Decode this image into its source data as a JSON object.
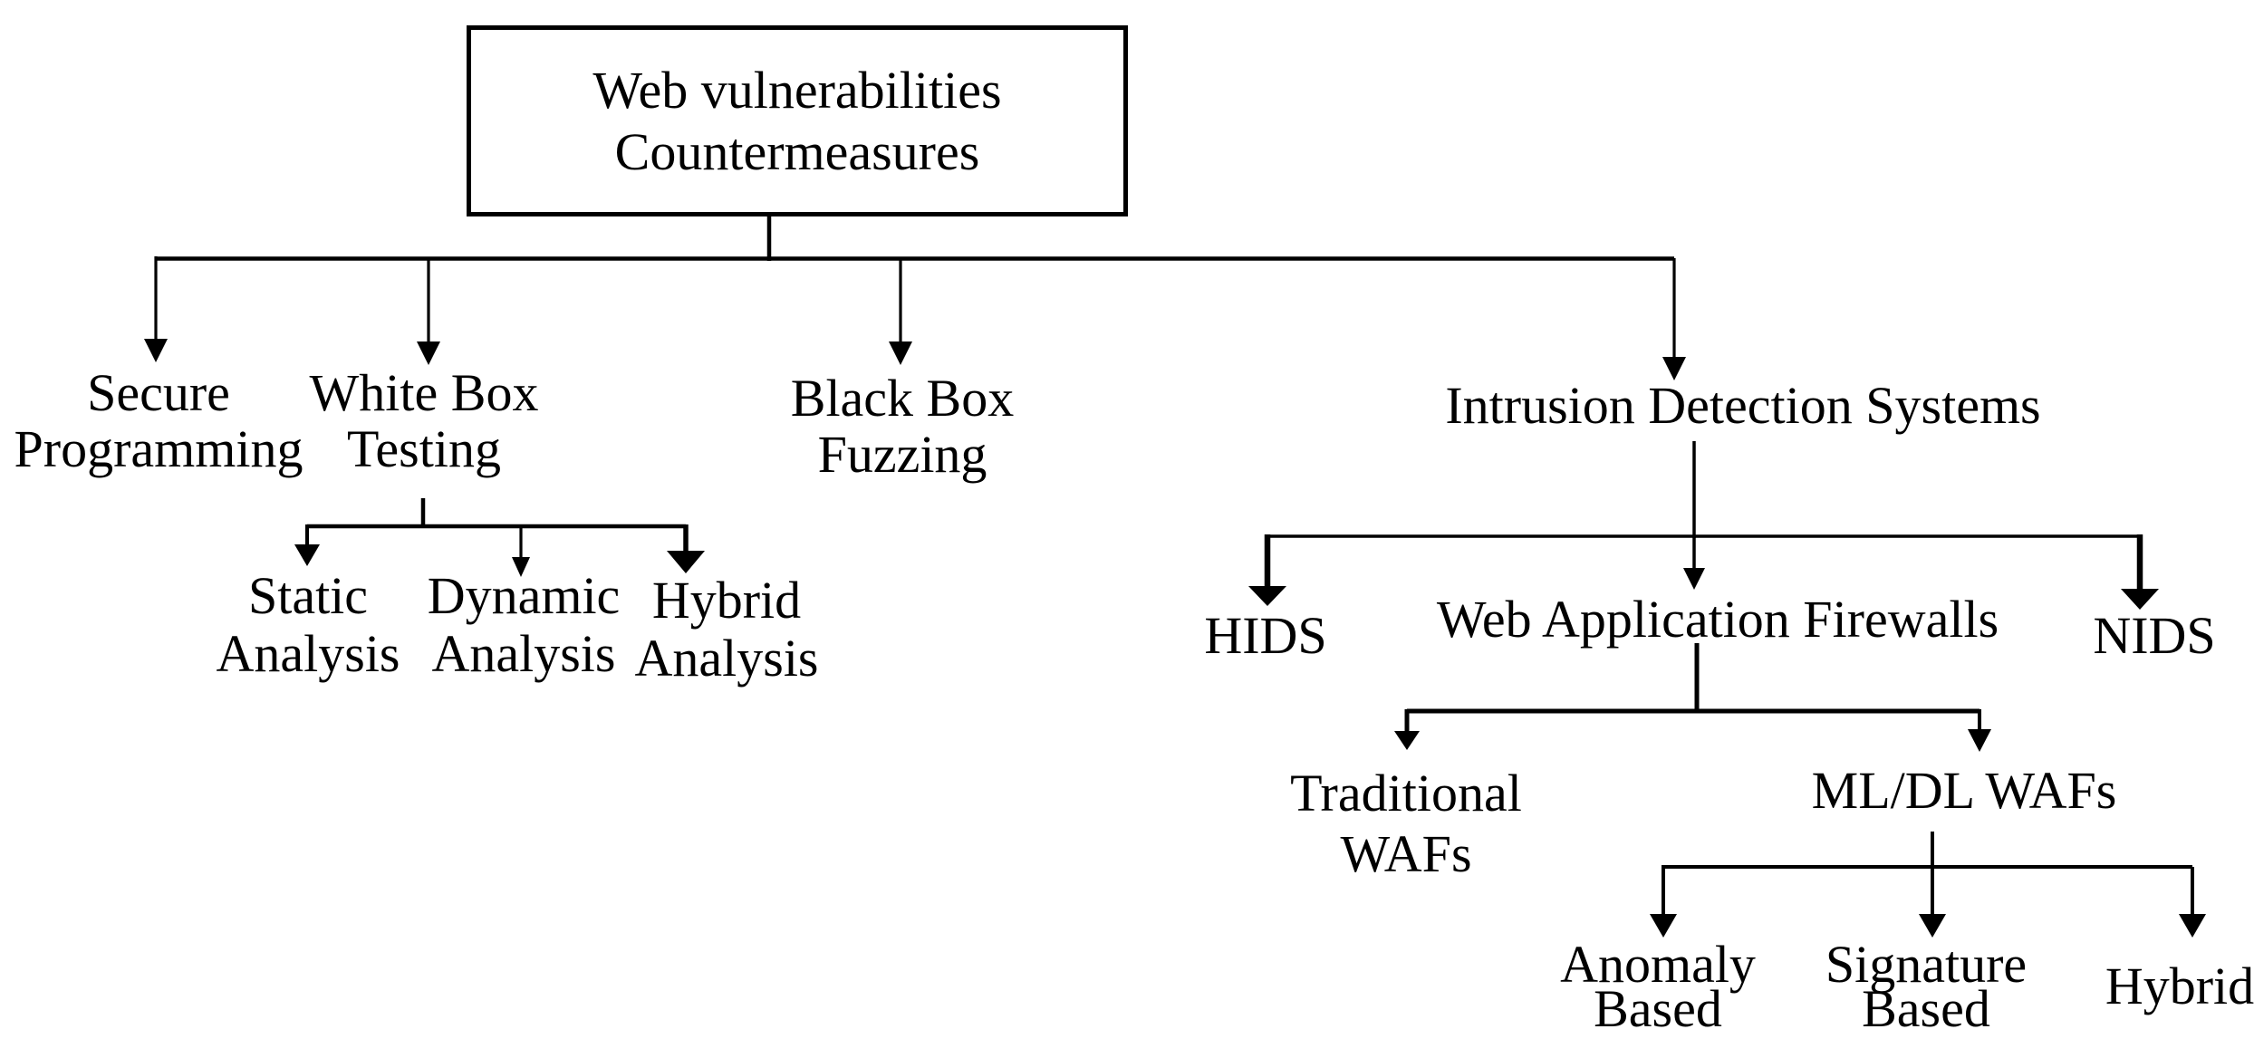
{
  "diagram": {
    "title": "Web vulnerabilities countermeasures taxonomy",
    "colors": {
      "line": "#000000",
      "text": "#000000",
      "background": "#ffffff"
    },
    "root": {
      "line1": "Web vulnerabilities",
      "line2": "Countermeasures"
    },
    "nodes": {
      "secure_programming": {
        "line1": "Secure",
        "line2": "Programming"
      },
      "white_box_testing": {
        "line1": "White Box",
        "line2": "Testing"
      },
      "black_box_fuzzing": {
        "line1": "Black Box",
        "line2": "Fuzzing"
      },
      "intrusion_detection_systems": {
        "label": "Intrusion Detection Systems"
      },
      "static_analysis": {
        "line1": "Static",
        "line2": "Analysis"
      },
      "dynamic_analysis": {
        "line1": "Dynamic",
        "line2": "Analysis"
      },
      "hybrid_analysis": {
        "line1": "Hybrid",
        "line2": "Analysis"
      },
      "hids": {
        "label": "HIDS"
      },
      "web_application_firewalls": {
        "label": "Web Application Firewalls"
      },
      "nids": {
        "label": "NIDS"
      },
      "traditional_wafs": {
        "line1": "Traditional",
        "line2": "WAFs"
      },
      "ml_dl_wafs": {
        "label": "ML/DL WAFs"
      },
      "anomaly_based": {
        "line1": "Anomaly",
        "line2": "Based"
      },
      "signature_based": {
        "line1": "Signature",
        "line2": "Based"
      },
      "hybrid": {
        "label": "Hybrid"
      }
    }
  }
}
